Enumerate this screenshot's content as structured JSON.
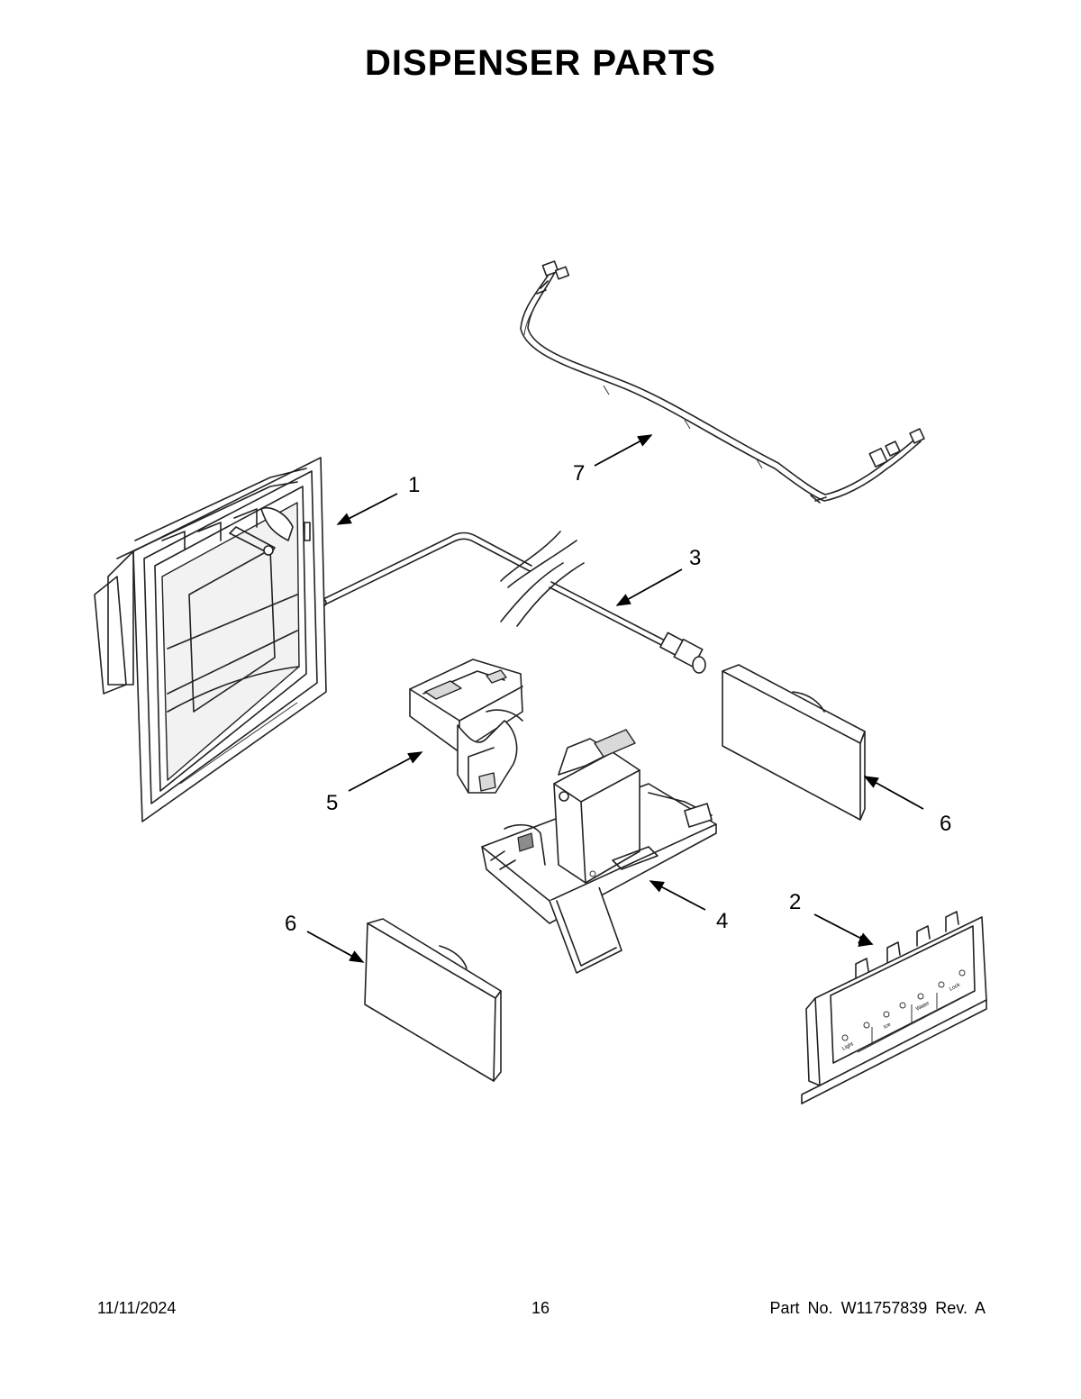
{
  "page": {
    "title": "DISPENSER PARTS",
    "date": "11/11/2024",
    "page_number": "16",
    "part_number": "Part No.  W11757839  Rev.  A"
  },
  "callouts": [
    "1",
    "2",
    "3",
    "4",
    "5",
    "6",
    "6",
    "7"
  ],
  "panel_labels": [
    "Lock",
    "Water",
    "Ice",
    "Light"
  ]
}
